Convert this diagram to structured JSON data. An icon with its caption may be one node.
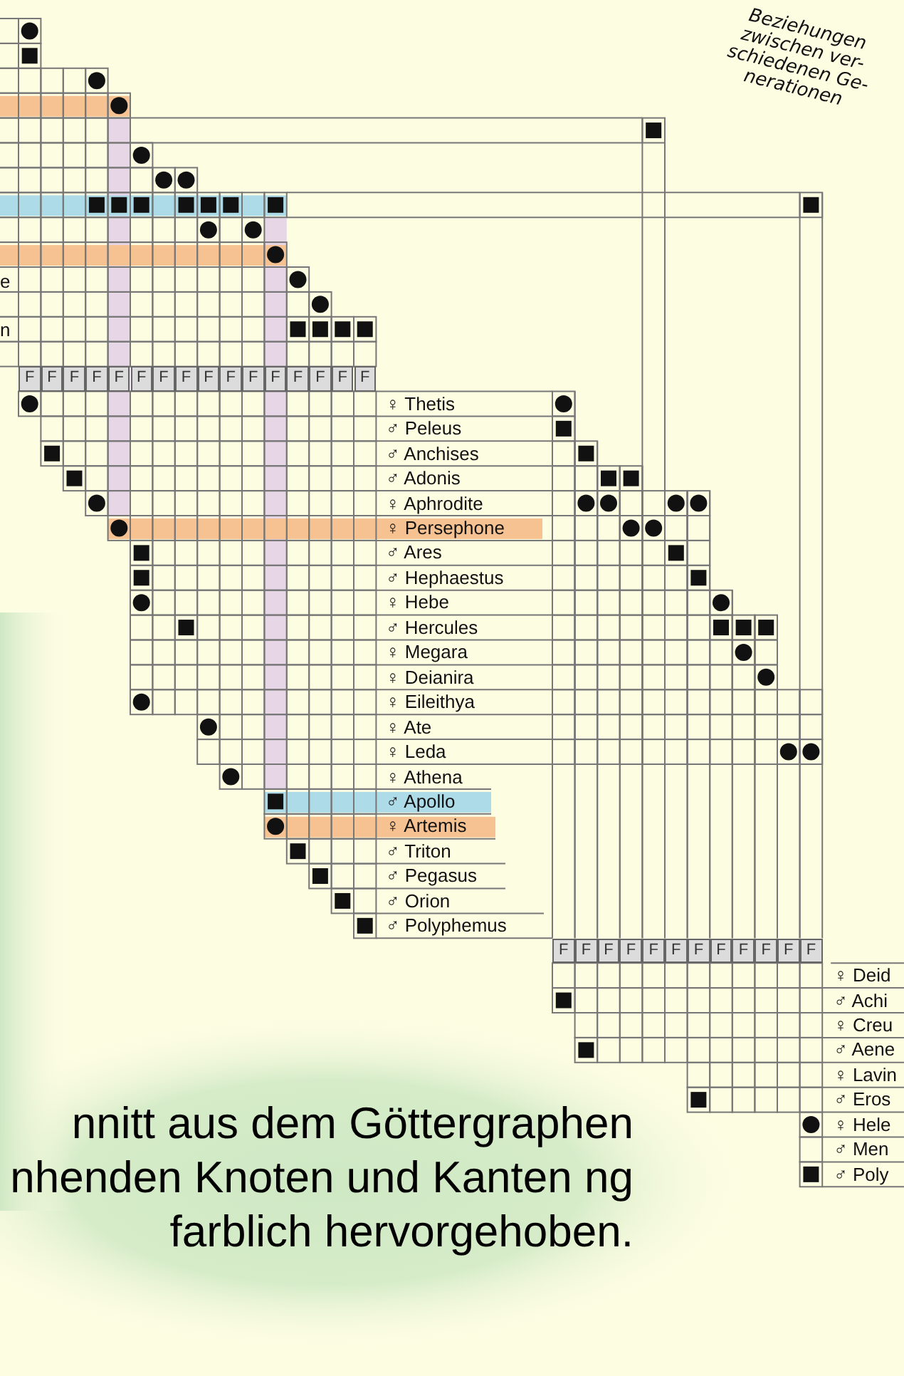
{
  "diagram": {
    "caption": "nnitt aus dem Göttergraphen nhenden Knoten und Kanten ng farblich hervorgehoben.",
    "labels": [
      "Beziehungen zwischen ver- schiedenen Ge- nerationen",
      "e",
      "n",
      "F",
      "F",
      "F",
      "F",
      "F",
      "F",
      "F",
      "F",
      "F",
      "F",
      "F",
      "F",
      "F",
      "F",
      "F",
      "F",
      "♀ Thetis",
      "♂ Peleus",
      "♂ Anchises",
      "♂ Adonis",
      "♀ Aphrodite",
      "♀ Persephone",
      "♂ Ares",
      "♂ Hephaestus",
      "♀ Hebe",
      "♂ Hercules",
      "♀ Megara",
      "♀ Deianira",
      "♀ Eileithya",
      "♀ Ate",
      "♀ Leda",
      "♀ Athena",
      "♂ Apollo",
      "♀ Artemis",
      "♂ Triton",
      "♂ Pegasus",
      "♂ Orion",
      "♂ Polyphemus",
      "F",
      "F",
      "F",
      "F",
      "F",
      "F",
      "F",
      "F",
      "F",
      "F",
      "F",
      "F",
      "♀ Deid",
      "♂ Achi",
      "♀ Creu",
      "♂ Aene",
      "♀ Lavin",
      "♂ Eros",
      "♀ Hele",
      "♂ Men",
      "♂ Poly"
    ]
  }
}
